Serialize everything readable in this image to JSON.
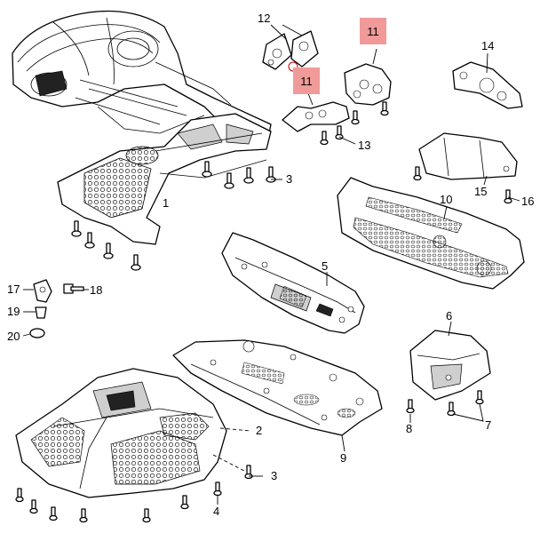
{
  "labels": {
    "l1": "1",
    "l2": "2",
    "l3a": "3",
    "l3b": "3",
    "l4": "4",
    "l5": "5",
    "l6": "6",
    "l7": "7",
    "l8": "8",
    "l9": "9",
    "l10": "10",
    "l11a": "11",
    "l11b": "11",
    "l12": "12",
    "l13": "13",
    "l14": "14",
    "l15": "15",
    "l16": "16",
    "l17": "17",
    "l18": "18",
    "l19": "19",
    "l20": "20"
  },
  "colors": {
    "highlight": "#f19a9a",
    "line": "#000000"
  }
}
